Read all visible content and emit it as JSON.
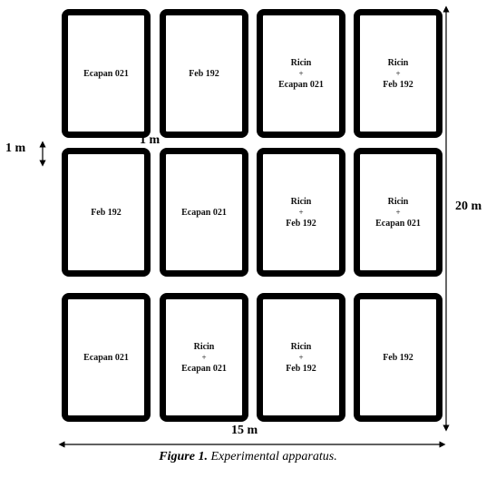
{
  "plots": [
    {
      "lines": [
        "Ecapan 021"
      ]
    },
    {
      "lines": [
        "Feb 192"
      ]
    },
    {
      "lines": [
        "Ricin",
        "+",
        "Ecapan 021"
      ]
    },
    {
      "lines": [
        "Ricin",
        "+",
        "Feb 192"
      ]
    },
    {
      "lines": [
        "Feb 192"
      ]
    },
    {
      "lines": [
        "Ecapan 021"
      ]
    },
    {
      "lines": [
        "Ricin",
        "+",
        "Feb 192"
      ]
    },
    {
      "lines": [
        "Ricin",
        "+",
        "Ecapan 021"
      ]
    },
    {
      "lines": [
        "Ecapan 021"
      ]
    },
    {
      "lines": [
        "Ricin",
        "+",
        "Ecapan 021"
      ]
    },
    {
      "lines": [
        "Ricin",
        "+",
        "Feb 192"
      ]
    },
    {
      "lines": [
        "Feb 192"
      ]
    }
  ],
  "dimensions": {
    "row_gap": "1 m",
    "column_gap": "1 m",
    "height": "20 m",
    "width": "15 m"
  },
  "caption": {
    "figure": "Figure 1.",
    "text": " Experimental apparatus."
  }
}
